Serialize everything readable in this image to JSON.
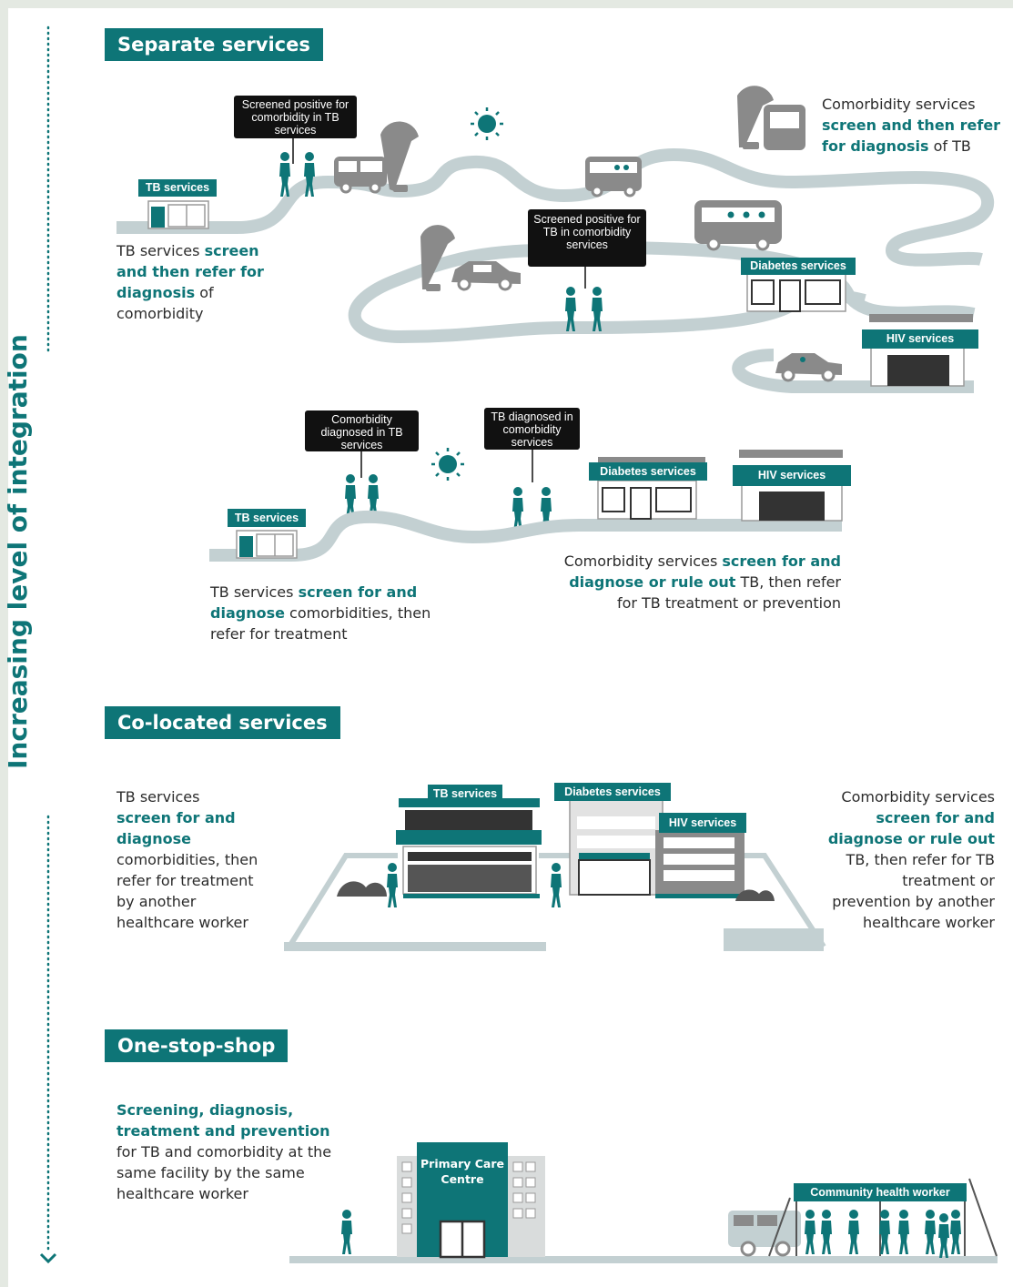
{
  "axis_label": "Increasing level of integration",
  "sections": {
    "separate": {
      "title": "Separate services",
      "tb_text_plain": "TB services ",
      "tb_text_em": "screen and then refer for diagnosis",
      "tb_text_tail": " of comorbidity",
      "como_text_plain": "Comorbidity services ",
      "como_text_em": "screen and then refer for diagnosis",
      "como_text_tail": " of TB",
      "callout_1": "Screened positive for comorbidity in TB services",
      "callout_2": "Screened positive for TB in comorbidity services",
      "callout_3": "Comorbidity diagnosed in TB services",
      "callout_4": "TB diagnosed in comorbidity services",
      "tb2_text_plain": "TB services ",
      "tb2_text_em": "screen for and diagnose",
      "tb2_text_tail": " comorbidities, then refer for treatment",
      "como2_text_plain": "Comorbidity services ",
      "como2_text_em": "screen for and diagnose or rule out",
      "como2_text_tail": " TB, then refer for TB treatment or prevention"
    },
    "colocated": {
      "title": "Co-located services",
      "left_plain": "TB services",
      "left_em": "screen for and diagnose",
      "left_tail": "comorbidities, then refer for treatment by another healthcare worker",
      "right_plain": "Comorbidity services",
      "right_em": "screen for and diagnose or rule out",
      "right_tail": " TB, then refer for TB treatment or prevention by another healthcare worker"
    },
    "onestop": {
      "title": "One-stop-shop",
      "em": "Screening, diagnosis, treatment and prevention",
      "tail": "for TB and comorbidity at the same facility by the same healthcare worker",
      "primary_care": "Primary Care Centre",
      "chw": "Community health worker"
    }
  },
  "labels": {
    "tb_services": "TB services",
    "diabetes_services": "Diabetes services",
    "hiv_services": "HIV services"
  },
  "colors": {
    "accent": "#0e7577",
    "road": "#c3d0d2",
    "building_grey": "#8a8a8a",
    "callout_bg": "#111111"
  },
  "icons": [
    "sun-icon",
    "bus-stop-icon",
    "bus-icon",
    "car-icon",
    "people-icon",
    "building-icon",
    "bush-icon",
    "ambulance-icon",
    "tent-icon"
  ]
}
